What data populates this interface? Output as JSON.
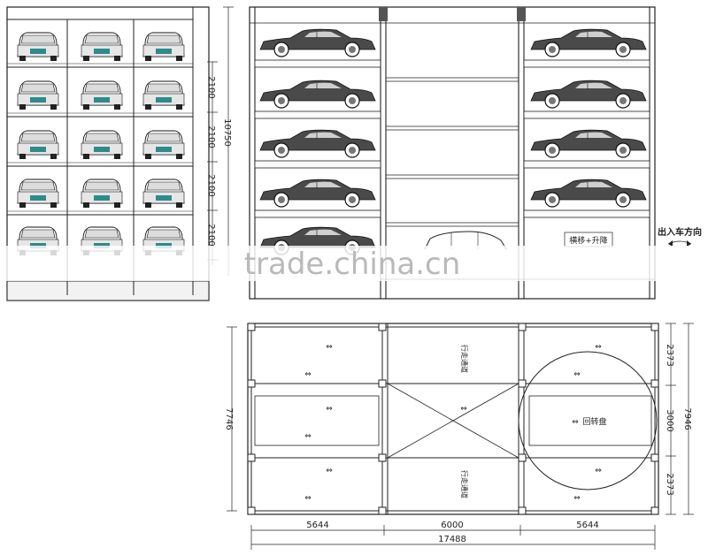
{
  "front_elevation": {
    "dimensions": [
      "2100",
      "2100",
      "2100",
      "2100"
    ],
    "total_height": "10750"
  },
  "side_elevation": {
    "label_lift": "横移+升降",
    "label_entry": "出入车方向"
  },
  "plan_view": {
    "travel_label_top": "行走通道",
    "travel_label_bottom": "行走通道",
    "turntable_label": "回转盘",
    "dim_left_total": "7746",
    "dim_right_total": "7946",
    "dim_right_top": "2373",
    "dim_right_mid": "3000",
    "dim_right_bottom": "2373",
    "dim_bottom_left": "5644",
    "dim_bottom_mid": "6000",
    "dim_bottom_right": "5644",
    "dim_bottom_total": "17488"
  },
  "watermark": "trade.china.cn"
}
